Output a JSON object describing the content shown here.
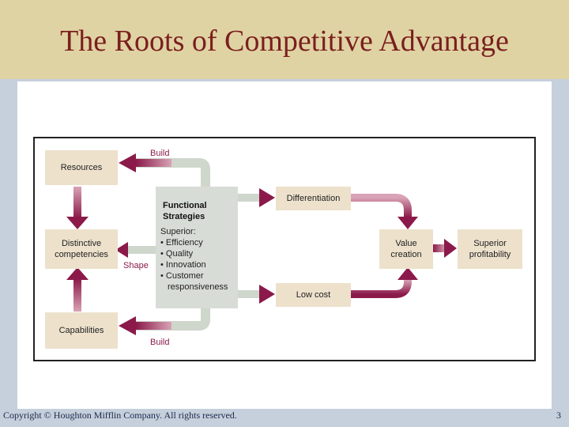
{
  "title": "The Roots of Competitive Advantage",
  "diagram": {
    "nodes": {
      "resources": "Resources",
      "distinctive_line1": "Distinctive",
      "distinctive_line2": "competencies",
      "capabilities": "Capabilities",
      "differentiation": "Differentiation",
      "low_cost": "Low cost",
      "value_line1": "Value",
      "value_line2": "creation",
      "superior_line1": "Superior",
      "superior_line2": "profitability"
    },
    "functional_strategies": {
      "title_line1": "Functional",
      "title_line2": "Strategies",
      "superior_label": "Superior:",
      "items": [
        "• Efficiency",
        "• Quality",
        "• Innovation",
        "• Customer",
        "  responsiveness"
      ]
    },
    "arrow_labels": {
      "build_top": "Build",
      "shape": "Shape",
      "build_bottom": "Build"
    }
  },
  "footer": {
    "copyright": "Copyright © Houghton Mifflin Company. All rights reserved.",
    "page_number": "3"
  },
  "colors": {
    "title": "#7a1f1f",
    "arrow": "#8b1a4a",
    "box": "#ede1cc",
    "functional_box": "#d8dcd6"
  }
}
